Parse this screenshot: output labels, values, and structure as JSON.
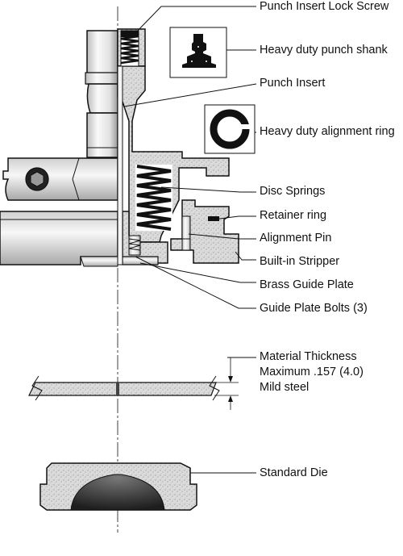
{
  "labels": {
    "lock_screw": "Punch Insert Lock Screw",
    "punch_shank": "Heavy duty punch shank",
    "punch_insert": "Punch Insert",
    "alignment_ring": "Heavy duty alignment ring",
    "disc_springs": "Disc Springs",
    "retainer_ring": "Retainer ring",
    "alignment_pin": "Alignment Pin",
    "builtin_stripper": "Built-in Stripper",
    "brass_guide_plate": "Brass Guide Plate",
    "guide_plate_bolts": "Guide Plate Bolts (3)",
    "material_line1": "Material Thickness",
    "material_line2": "Maximum .157 (4.0)",
    "material_line3": "Mild steel",
    "standard_die": "Standard Die"
  },
  "colors": {
    "line": "#111111",
    "speckle": "#dcdcdc",
    "metal_light": "#f2f2f2",
    "metal_dark": "#8a8a8a"
  }
}
